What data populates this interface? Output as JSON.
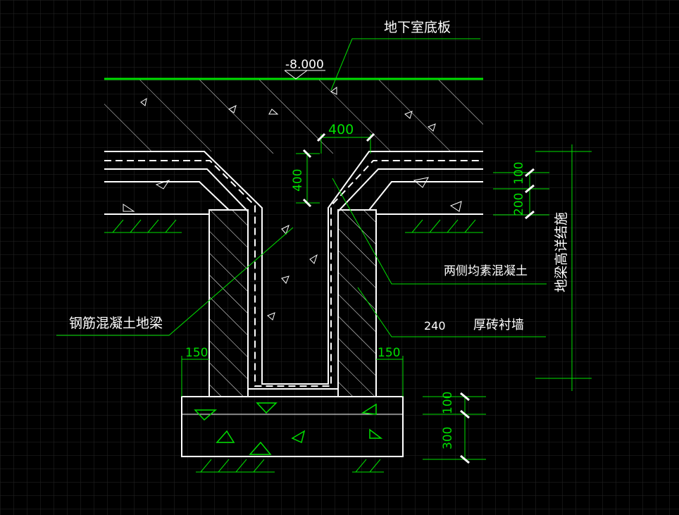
{
  "labels": {
    "basement_slab": "地下室底板",
    "elevation": "-8.000",
    "dim_top_400": "400",
    "dim_side_400": "400",
    "dim_100_upper": "100",
    "dim_200": "200",
    "dim_100_lower": "100",
    "dim_300": "300",
    "dim_150_left": "150",
    "dim_150_right": "150",
    "dim_240": "240",
    "concrete_both_sides": "两侧均素混凝土",
    "brick_wall": "厚砖衬墙",
    "rc_ground_beam": "钢筋混凝土地梁",
    "beam_height_note": "地梁高详结施"
  },
  "colors": {
    "background": "#000000",
    "line_white": "#ffffff",
    "line_green": "#00e000",
    "text_white": "#ffffff",
    "grid": "#2a2a2a"
  }
}
